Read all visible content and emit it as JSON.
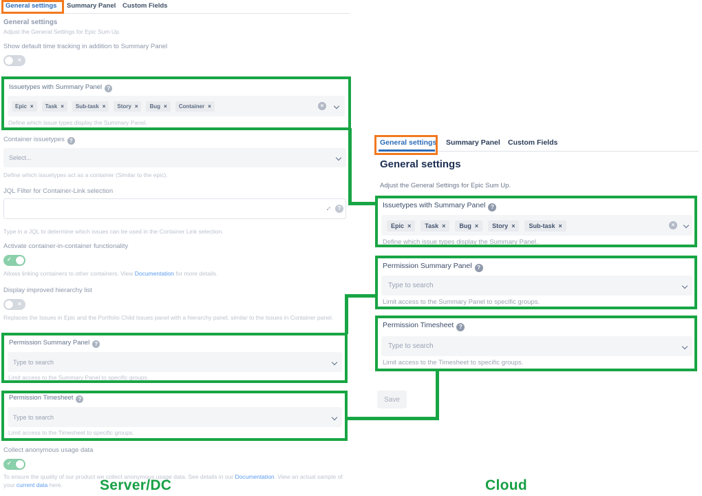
{
  "colors": {
    "annotation_green": "#18a544",
    "annotation_orange": "#f2791f",
    "active_tab_blue": "#2e6cb8",
    "link_blue": "#5b9bf0"
  },
  "footer_labels": {
    "server": "Server/DC",
    "cloud": "Cloud"
  },
  "server": {
    "tabs": [
      "General settings",
      "Summary Panel",
      "Custom Fields"
    ],
    "heading": "General settings",
    "subheading": "Adjust the General Settings for Epic Sum Up.",
    "time_tracking": {
      "label": "Show default time tracking in addition to Summary Panel",
      "state": "off"
    },
    "issuetypes": {
      "label": "Issuetypes with Summary Panel",
      "tags": [
        "Epic",
        "Task",
        "Sub-task",
        "Story",
        "Bug",
        "Container"
      ],
      "help": "Define which issue types display the Summary Panel."
    },
    "container_issuetypes": {
      "label": "Container issuetypes",
      "placeholder": "Select...",
      "help": "Define which issuetypes act as a container (Similar to the epic)."
    },
    "jql": {
      "label": "JQL Filter for Container-Link selection",
      "value": "",
      "help": "Type in a JQL to determine which issues can be used in the Container Link selection."
    },
    "container_in_container": {
      "label": "Activate container-in-container functionality",
      "state": "on",
      "help_before": "Allows linking containers to other containers. View ",
      "link": "Documentation",
      "help_after": " for more details."
    },
    "hierarchy": {
      "label": "Display improved hierarchy list",
      "state": "off",
      "help": "Replaces the Issues in Epic and the Portfolio Child Issues panel with a hierarchy panel, similar to the Issues in Container panel."
    },
    "permission_summary": {
      "label": "Permission Summary Panel",
      "placeholder": "Type to search",
      "help": "Limit access to the Summary Panel to specific groups."
    },
    "permission_timesheet": {
      "label": "Permission Timesheet",
      "placeholder": "Type to search",
      "help": "Limit access to the Timesheet to specific groups."
    },
    "usage": {
      "label": "Collect anonymous usage data",
      "state": "on",
      "help_p1": "To ensure the quality of our product we collect anonymous usage data. See details in our ",
      "link1": "Documentation",
      "help_p2": ". View an actual sample of your ",
      "link2": "current data",
      "help_p3": " here."
    }
  },
  "cloud": {
    "tabs": [
      "General settings",
      "Summary Panel",
      "Custom Fields"
    ],
    "heading": "General settings",
    "subheading": "Adjust the General Settings for Epic Sum Up.",
    "issuetypes": {
      "label": "Issuetypes with Summary Panel",
      "tags": [
        "Epic",
        "Task",
        "Bug",
        "Story",
        "Sub-task"
      ],
      "help": "Define which issue types display the Summary Panel."
    },
    "permission_summary": {
      "label": "Permission Summary Panel",
      "placeholder": "Type to search",
      "help": "Limit access to the Summary Panel to specific groups."
    },
    "permission_timesheet": {
      "label": "Permission Timesheet",
      "placeholder": "Type to search",
      "help": "Limit access to the Timesheet to specific groups."
    },
    "save": "Save"
  }
}
